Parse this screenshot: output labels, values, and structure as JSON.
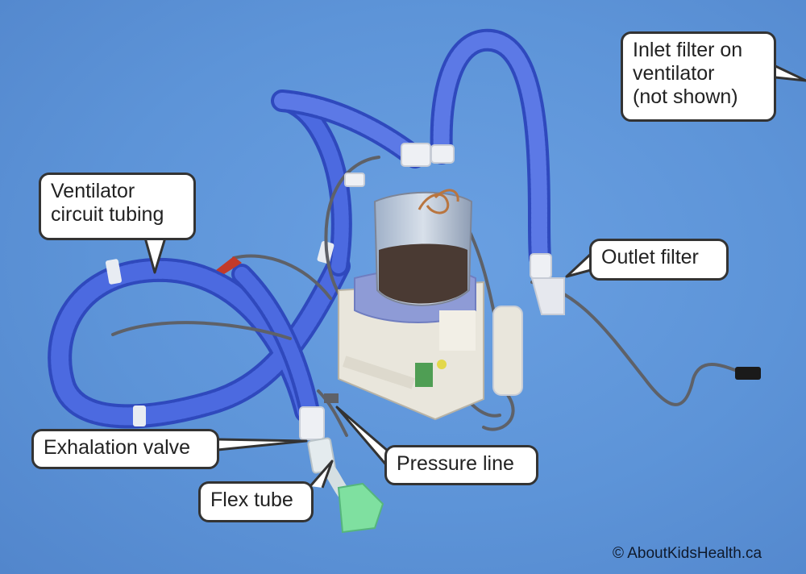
{
  "labels": {
    "inlet_filter": [
      "Inlet filter on",
      "ventilator",
      "(not shown)"
    ],
    "circuit_tubing": [
      "Ventilator",
      "circuit tubing"
    ],
    "outlet_filter": "Outlet filter",
    "exhalation_valve": "Exhalation valve",
    "pressure_line": "Pressure line",
    "flex_tube": "Flex tube"
  },
  "credit": "© AboutKidsHealth.ca",
  "colors": {
    "background": "#5d94d8",
    "tubing": "#4a64d6",
    "label_border": "#333333"
  }
}
